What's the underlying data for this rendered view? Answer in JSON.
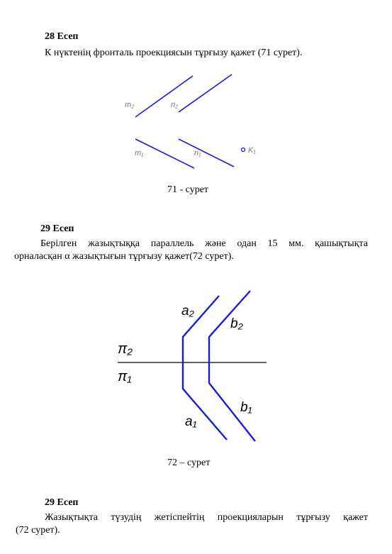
{
  "problem28": {
    "heading": "28 Есеп",
    "text": "К нүктенің фронталь проекциясын тұрғызу қажет (71 сурет).",
    "caption": "71 - сурет",
    "labels": {
      "m2": "m₂",
      "n2": "n₂",
      "m1": "m₁",
      "n1": "n₁",
      "k1": "K₁"
    },
    "line_color": "#1a1adc"
  },
  "problem29a": {
    "heading": "29 Есеп",
    "text_line1": "Берілген жазықтыққа параллель және одан 15 мм. қашықтықта",
    "text_line2": "орналасқан α жазықтығын тұрғызу қажет(72 сурет).",
    "caption": "72 – сурет",
    "labels": {
      "a2": "a₂",
      "b2": "b₂",
      "a1": "a₁",
      "b1": "b₁",
      "pi2": "π₂",
      "pi1": "π₁"
    },
    "line_color": "#1a1adc"
  },
  "problem29b": {
    "heading": "29 Есеп",
    "text_line1": "Жазықтықта түзудің жетіспейтің проекцияларын тұрғызу қажет",
    "text_line2": "(72  сурет)."
  }
}
